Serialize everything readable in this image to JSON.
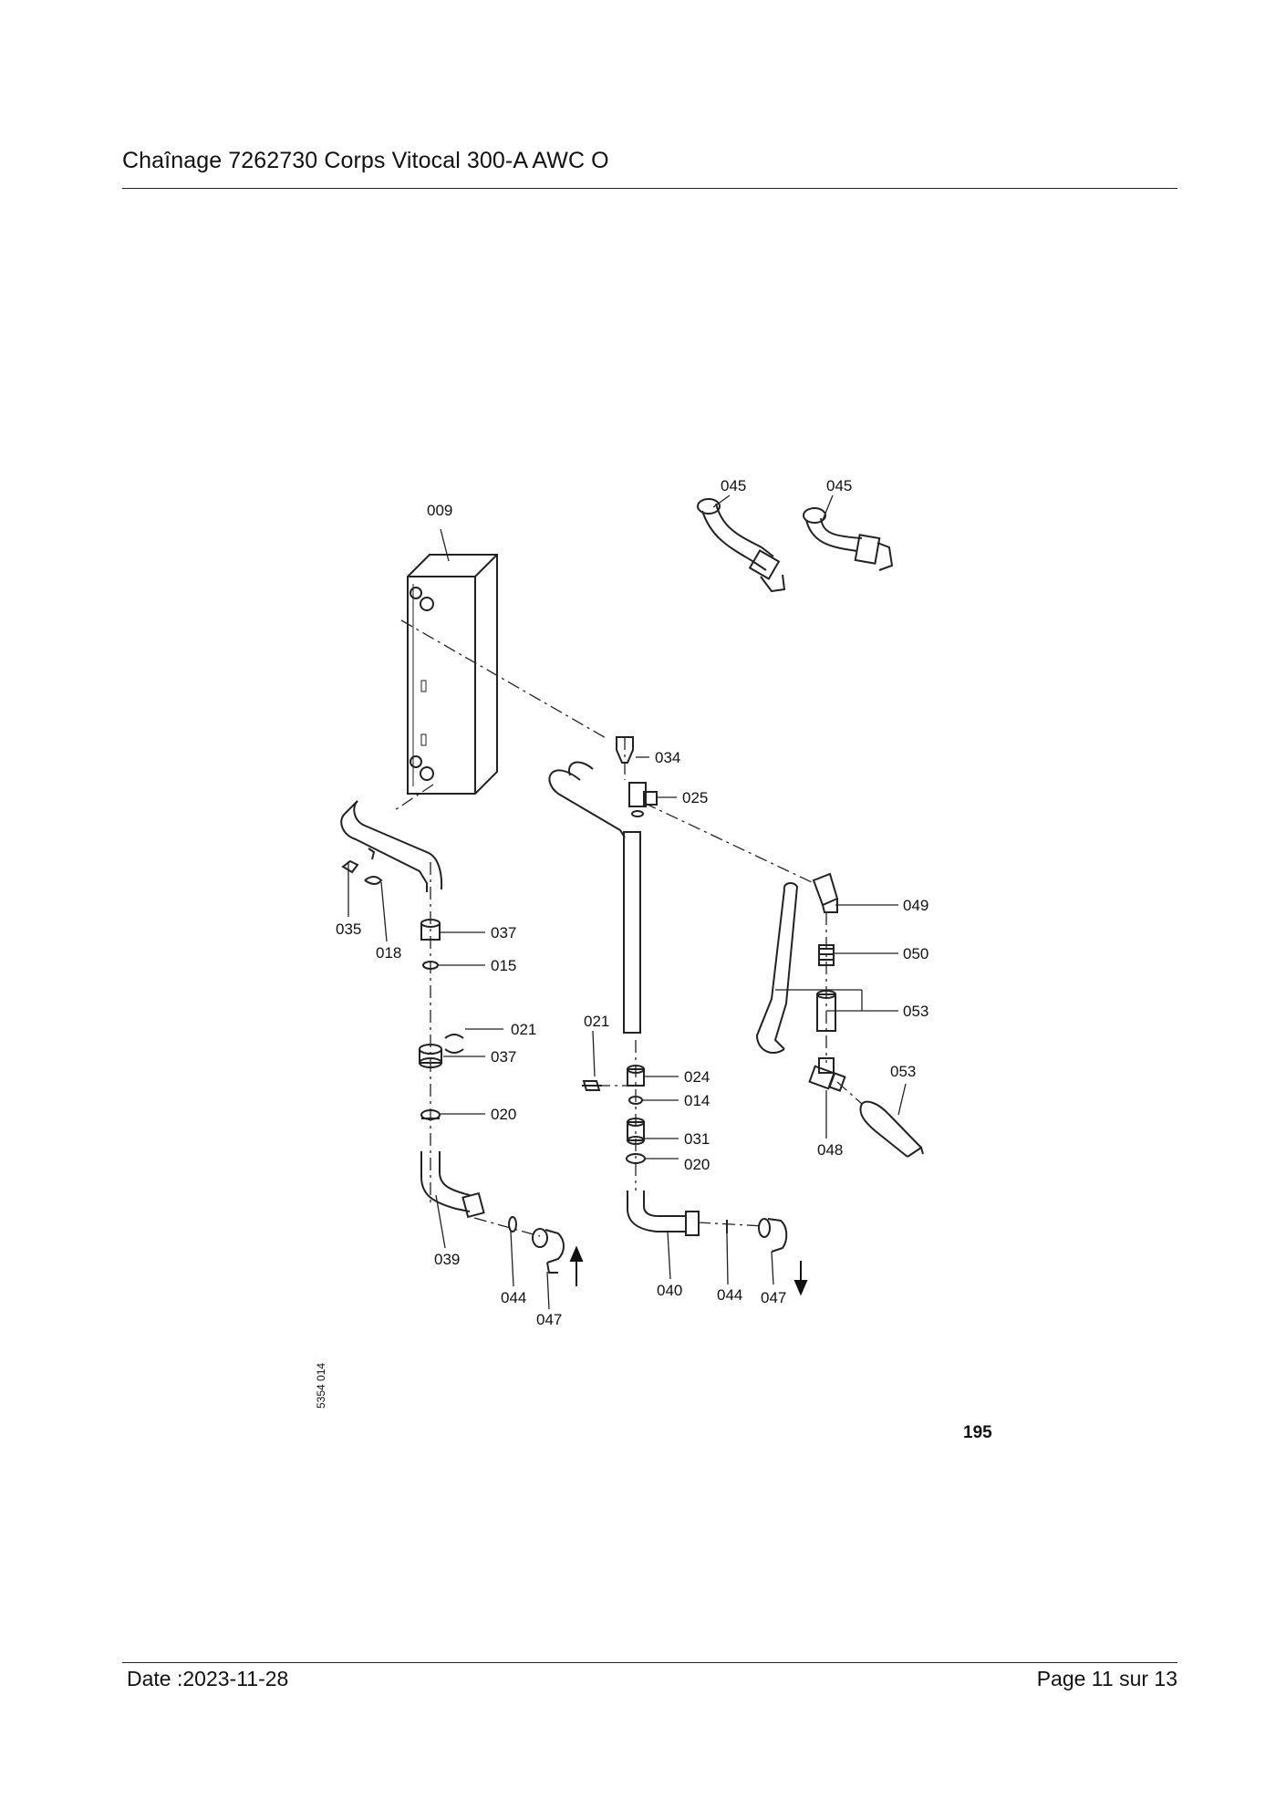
{
  "header": {
    "title": "Chaînage 7262730 Corps Vitocal 300-A AWC O"
  },
  "diagram": {
    "figure_id": "5354 014",
    "figure_number": "195",
    "labels": [
      "009",
      "045",
      "045",
      "034",
      "025",
      "049",
      "050",
      "053",
      "053",
      "048",
      "035",
      "018",
      "037",
      "015",
      "021",
      "037",
      "020",
      "039",
      "044",
      "047",
      "021",
      "024",
      "014",
      "031",
      "020",
      "040",
      "044",
      "047"
    ]
  },
  "footer": {
    "date": "Date :2023-11-28",
    "page": "Page 11 sur  13"
  }
}
